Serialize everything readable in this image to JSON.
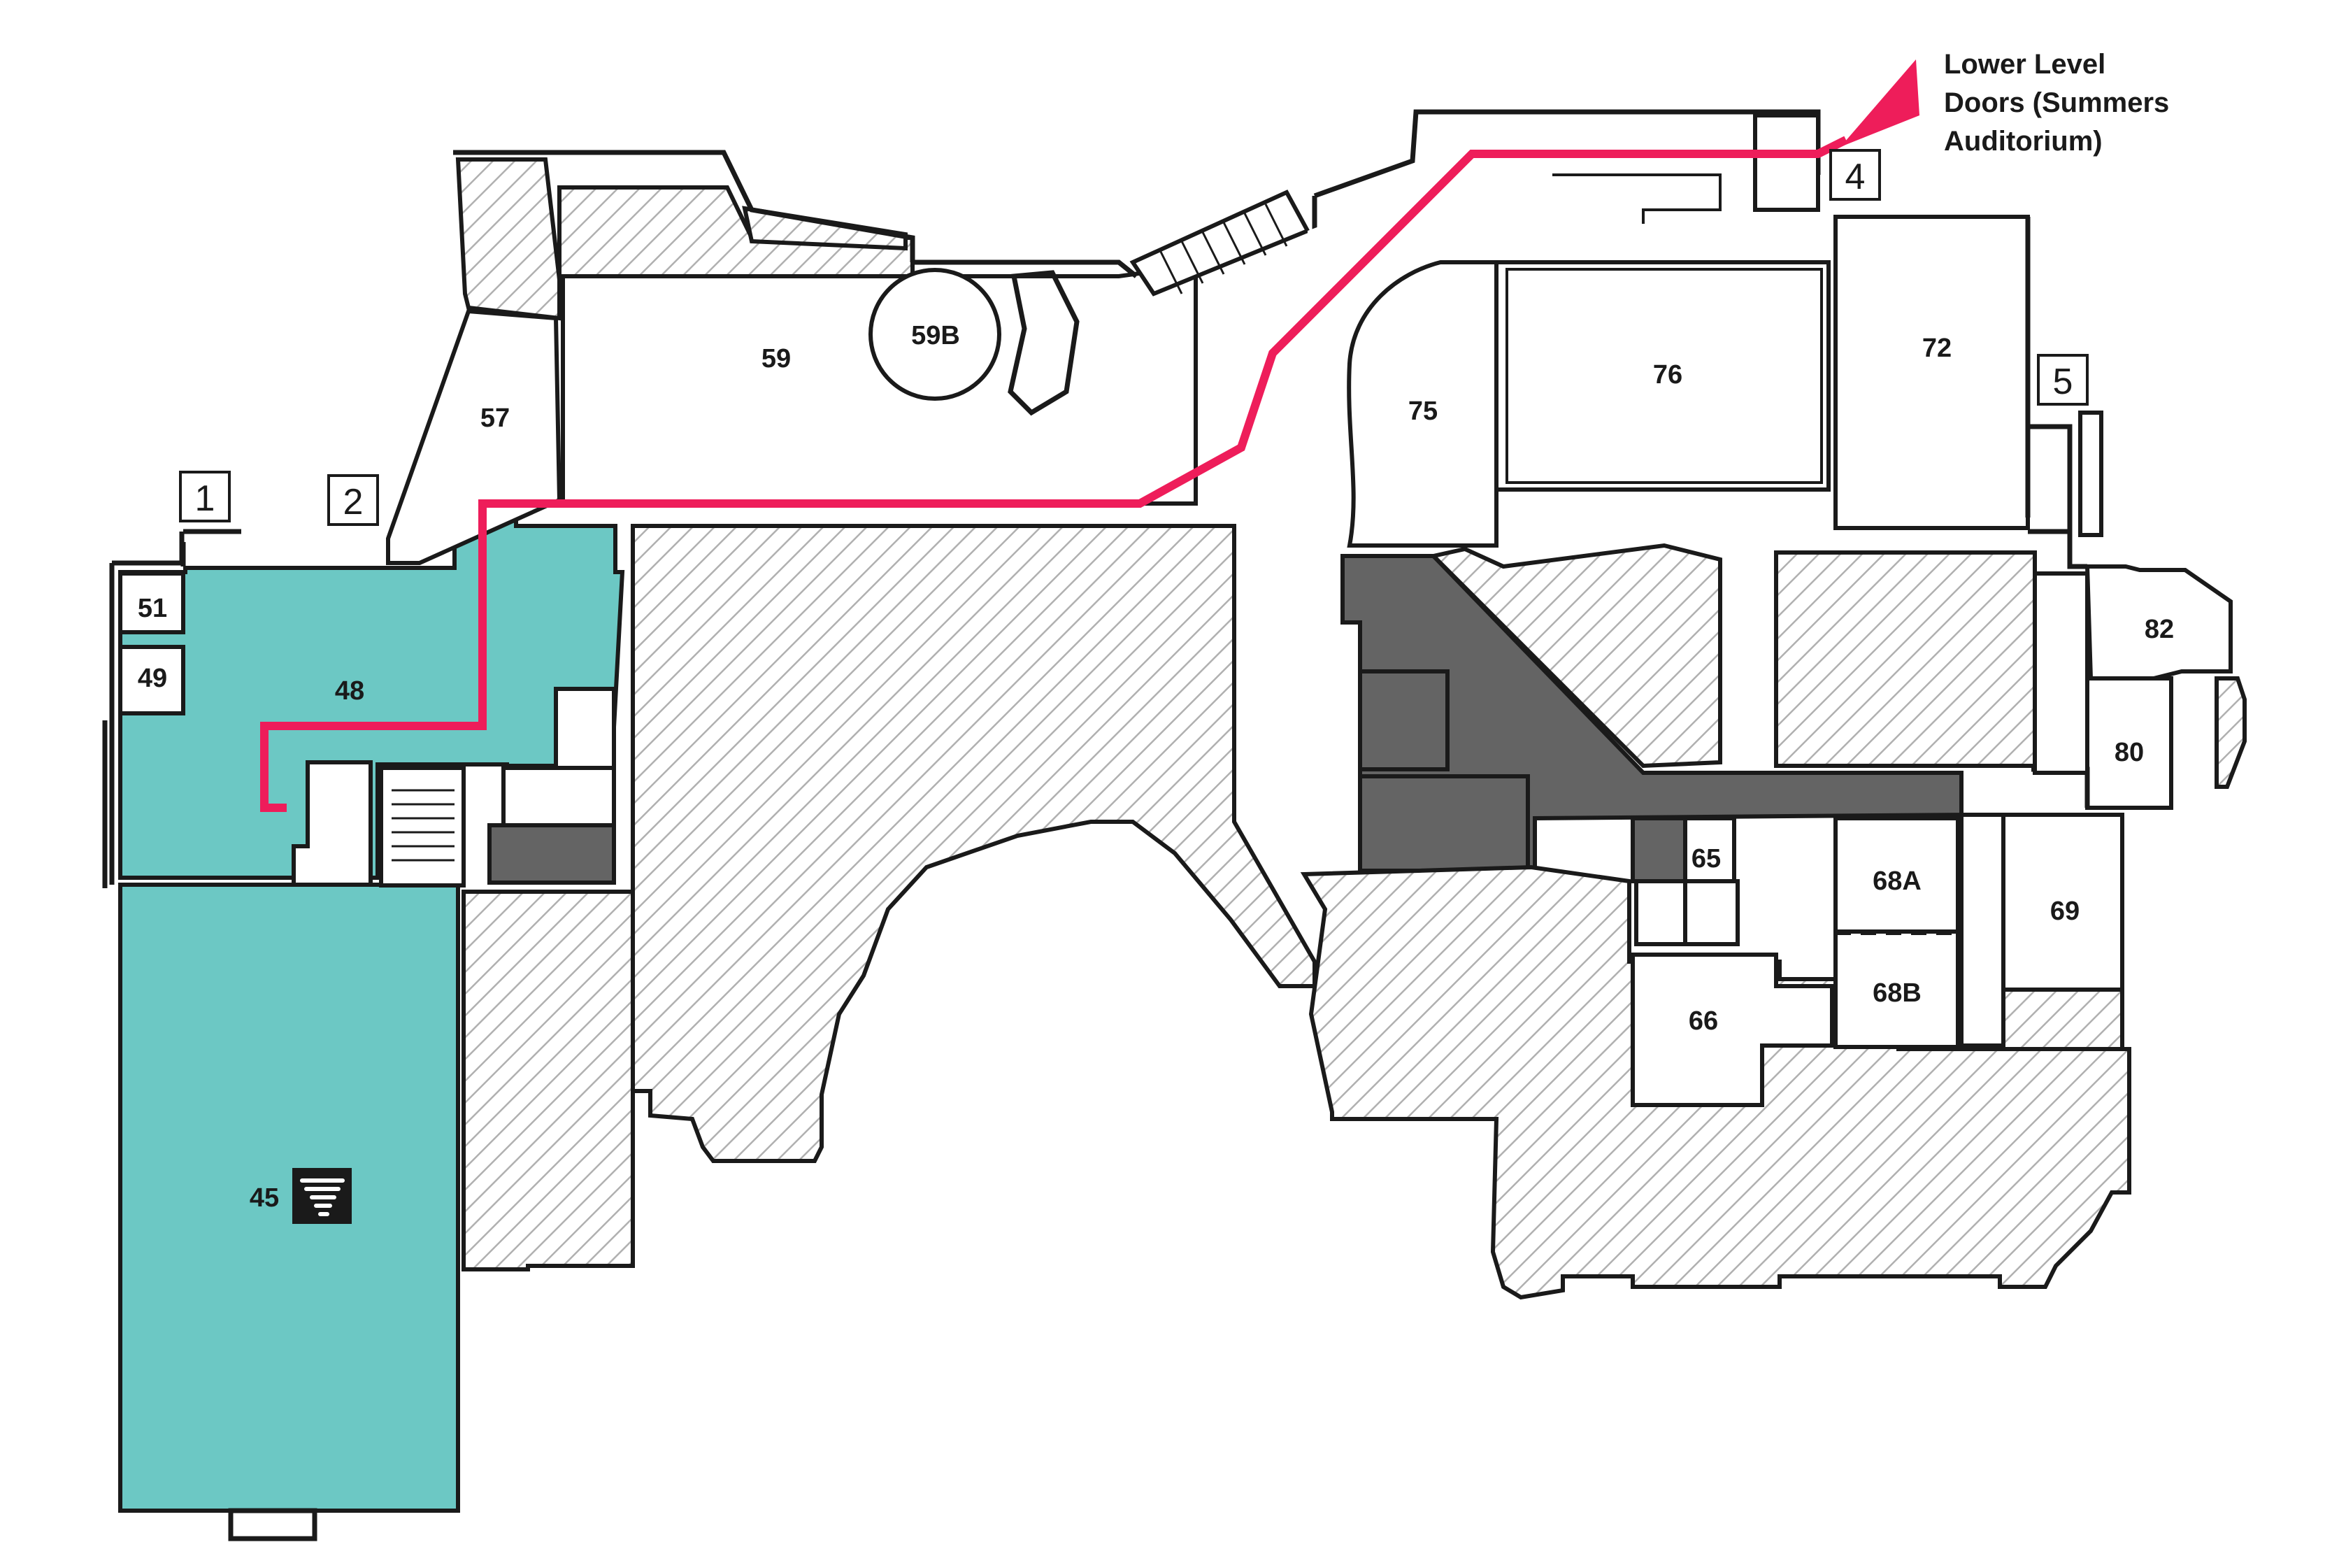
{
  "map": {
    "colors": {
      "storm_shelter": "#6cc8c4",
      "route": "#ee1d5a",
      "restricted": "#646464",
      "hatched": "#d6d6d6",
      "walls": "#1a1a1a"
    },
    "callout": {
      "line1": "Lower Level",
      "line2": "Doors (Summers",
      "line3": "Auditorium)"
    },
    "doors": {
      "d1": "1",
      "d2": "2",
      "d4": "4",
      "d5": "5"
    },
    "rooms": {
      "r45": "45",
      "r48": "48",
      "r49": "49",
      "r51": "51",
      "r57": "57",
      "r59": "59",
      "r59b": "59B",
      "r65": "65",
      "r66": "66",
      "r68a": "68A",
      "r68b": "68B",
      "r69": "69",
      "r72": "72",
      "r75": "75",
      "r76": "76",
      "r80": "80",
      "r82": "82"
    },
    "icons": {
      "shelter": "tornado-icon"
    }
  }
}
